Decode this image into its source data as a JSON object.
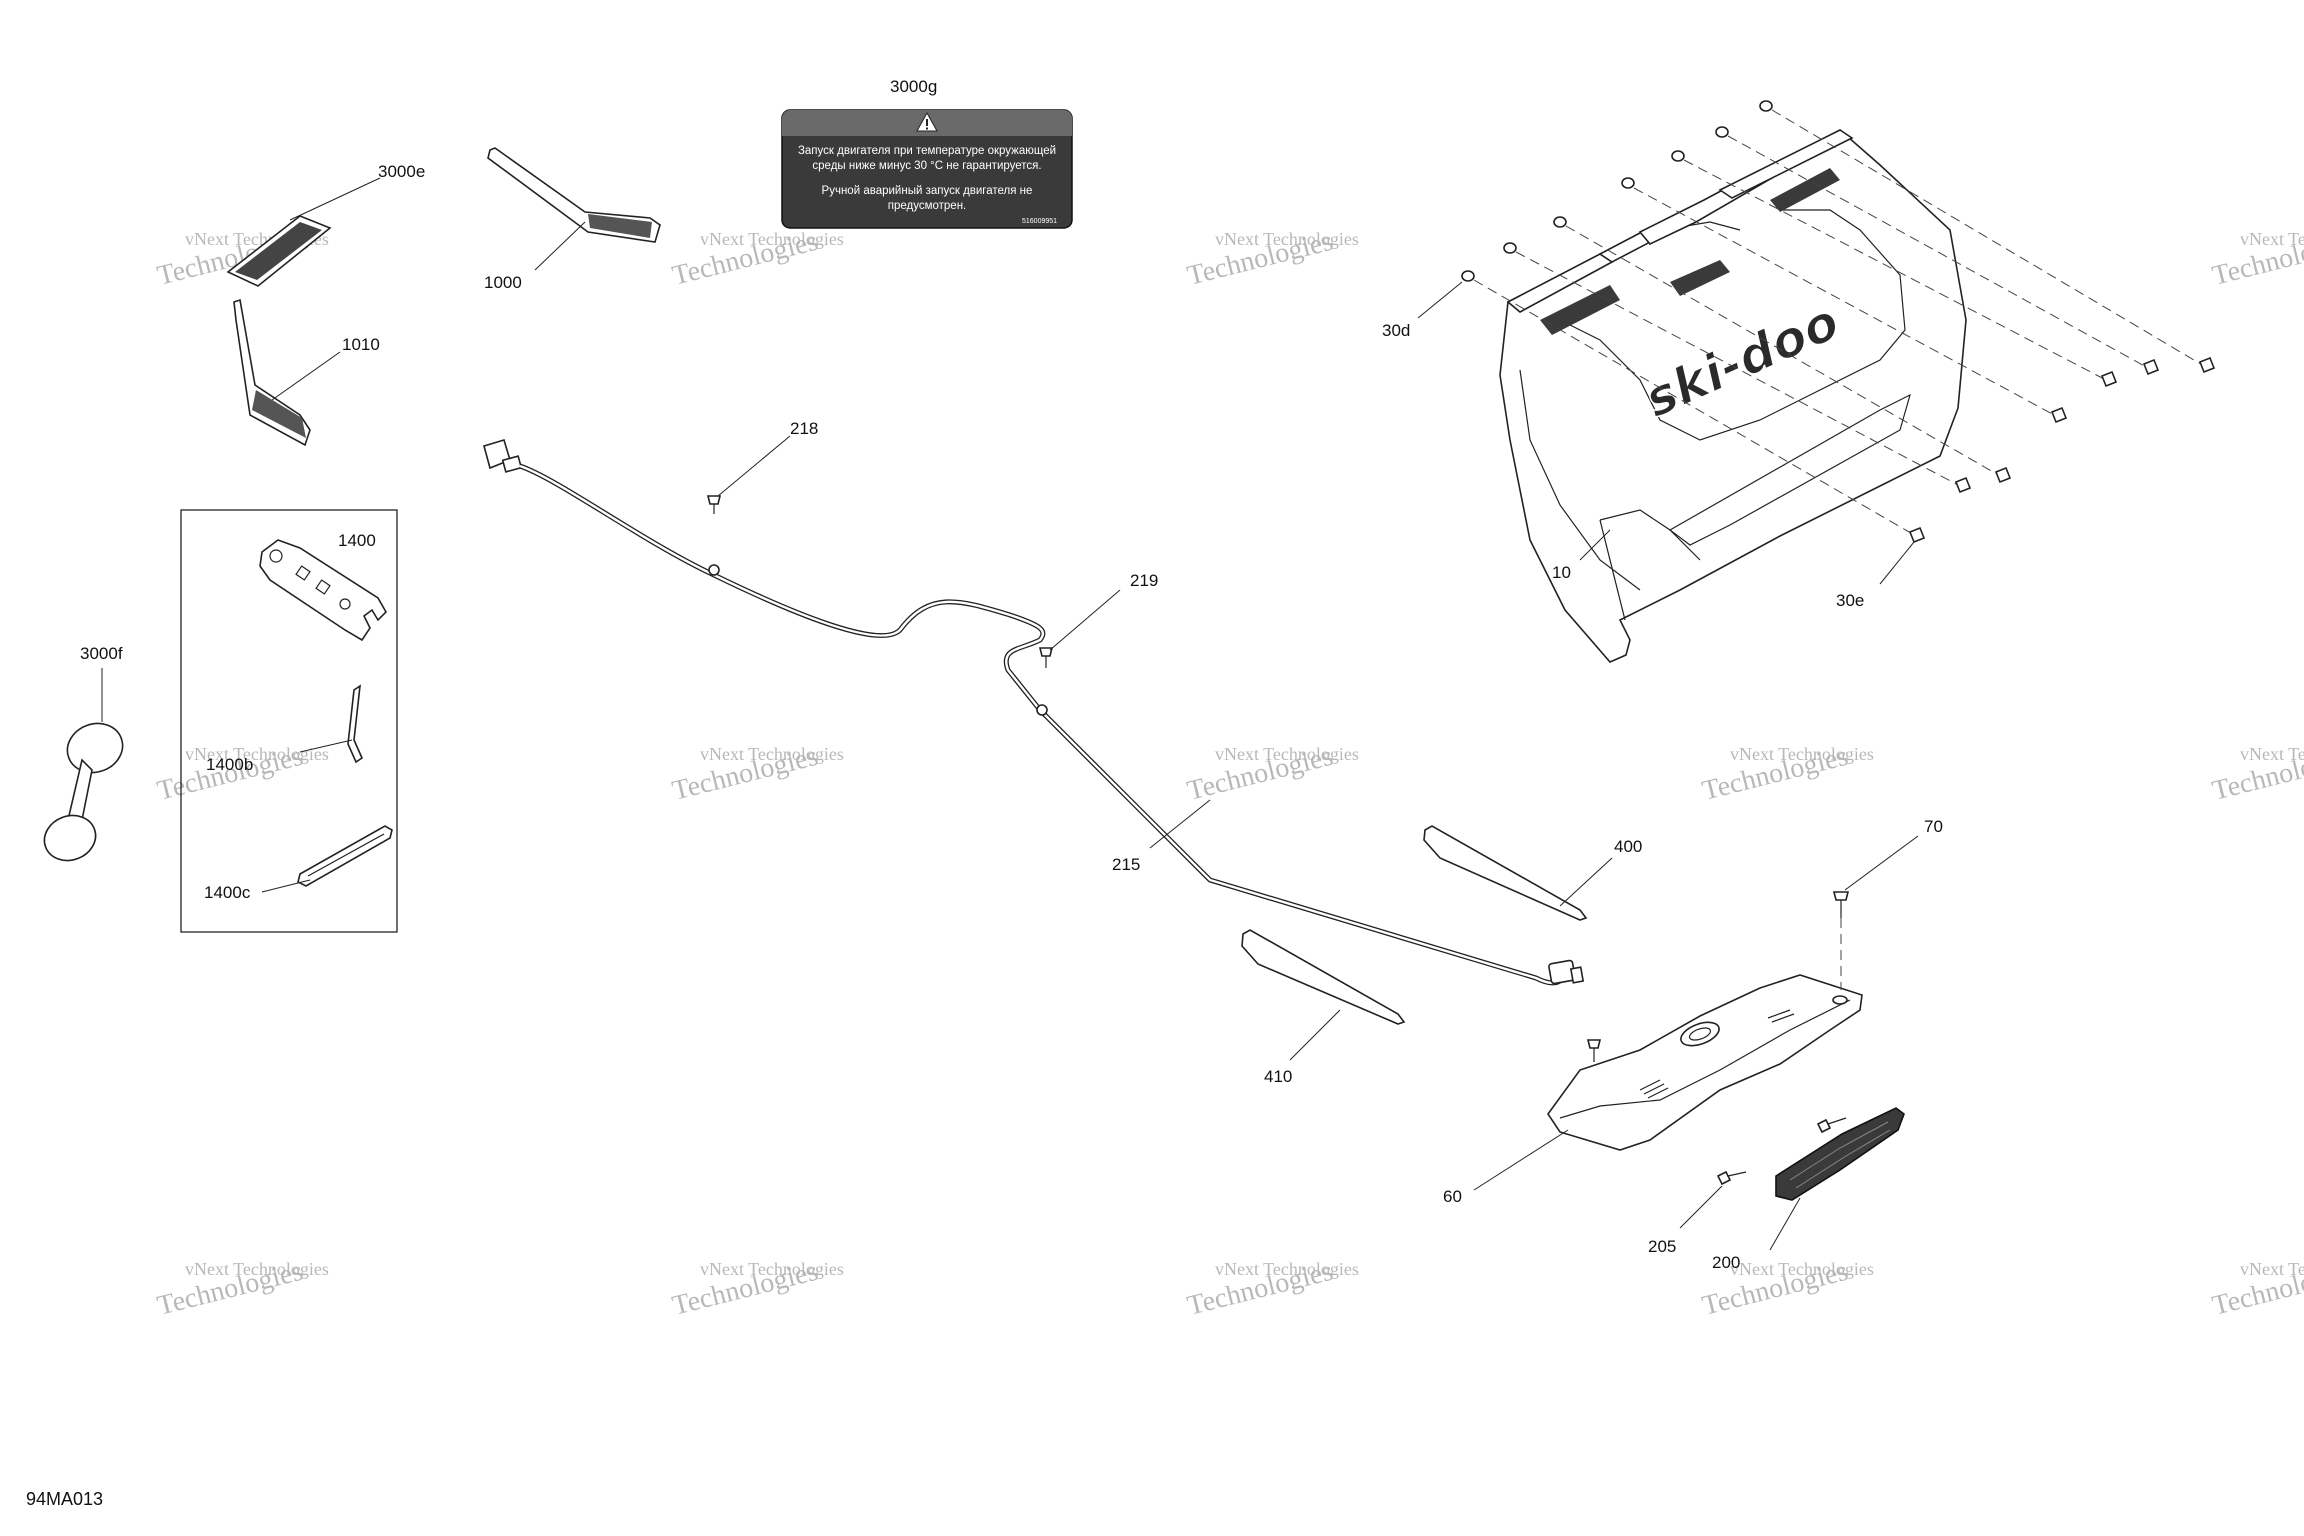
{
  "figure_id": "94MA013",
  "watermark": {
    "line1": "vNext Technologies",
    "line2": "Technologies",
    "overlay": "vNext"
  },
  "warning_label": {
    "line1": "Запуск двигателя при температуре окружающей",
    "line2": "среды ниже минус 30 °C не гарантируется.",
    "line3": "Ручной аварийный запуск двигателя не",
    "line4": "предусмотрен.",
    "code": "516009951"
  },
  "logo": "ski-doo",
  "callouts": {
    "c3000g": "3000g",
    "c3000e": "3000e",
    "c1000": "1000",
    "c1010": "1010",
    "c1400": "1400",
    "c1400b": "1400b",
    "c1400c": "1400c",
    "c3000f": "3000f",
    "c218": "218",
    "c219": "219",
    "c215": "215",
    "c30d": "30d",
    "c30e": "30e",
    "c10": "10",
    "c400": "400",
    "c410": "410",
    "c70": "70",
    "c60": "60",
    "c205": "205",
    "c200": "200"
  },
  "colors": {
    "line": "#222222",
    "label_bg": "#3a3a3a",
    "watermark": "#b8b8b8"
  }
}
